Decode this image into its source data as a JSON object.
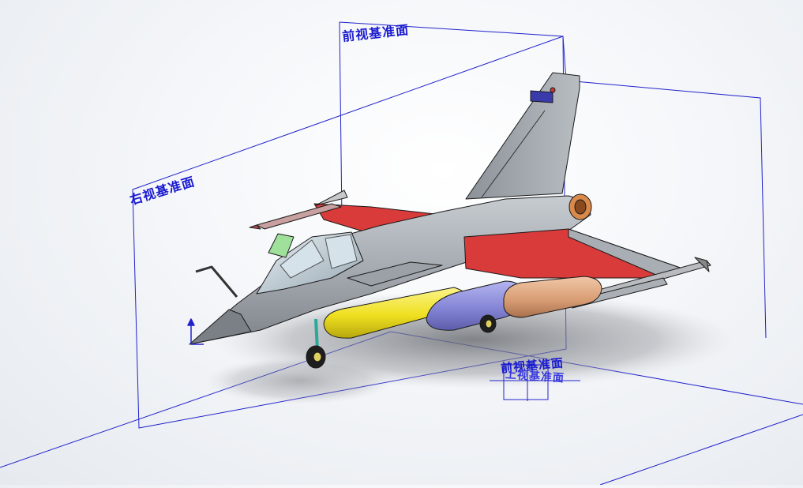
{
  "planes": {
    "front_label": "前视基准面",
    "right_label": "右视基准面",
    "front_label_mini": "前视基准面",
    "top_label_mini": "上视基准面"
  },
  "colors": {
    "plane_edge": "#2222cc",
    "fuselage": "#a9aeb4",
    "red_panel": "#d93a3a",
    "yellow_tank": "#f2e32a",
    "blue_tank": "#8e8edc",
    "orange_pod": "#d9a07a",
    "canopy": "#c9d6df",
    "green": "#9fe09a"
  }
}
